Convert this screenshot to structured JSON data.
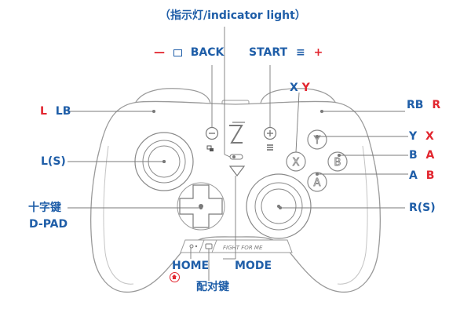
{
  "labels": {
    "indicator": "（指示灯/indicator light）",
    "back_minus": "—",
    "back": "BACK",
    "start": "START",
    "start_plus": "+",
    "xy_x": "X",
    "xy_y": "Y",
    "l_red": "L",
    "lb": "LB",
    "rb": "RB",
    "r_red": "R",
    "ls": "L(S)",
    "y_blue": "Y",
    "y_red": "X",
    "b_blue": "B",
    "b_red": "A",
    "a_blue": "A",
    "a_red": "B",
    "dpad_cn": "十字键",
    "dpad_en": "D-PAD",
    "rs": "R(S)",
    "home": "HOME",
    "mode": "MODE",
    "pair": "配对键"
  },
  "controller": {
    "face_buttons": {
      "top": "Y",
      "right": "B",
      "left": "X",
      "bottom": "A"
    },
    "brand_text": "FIGHT FOR ME"
  },
  "colors": {
    "label_blue": "#1f5ea8",
    "label_red": "#e2262f",
    "line": "#7a7a7a",
    "outline": "#9a9a9a"
  }
}
